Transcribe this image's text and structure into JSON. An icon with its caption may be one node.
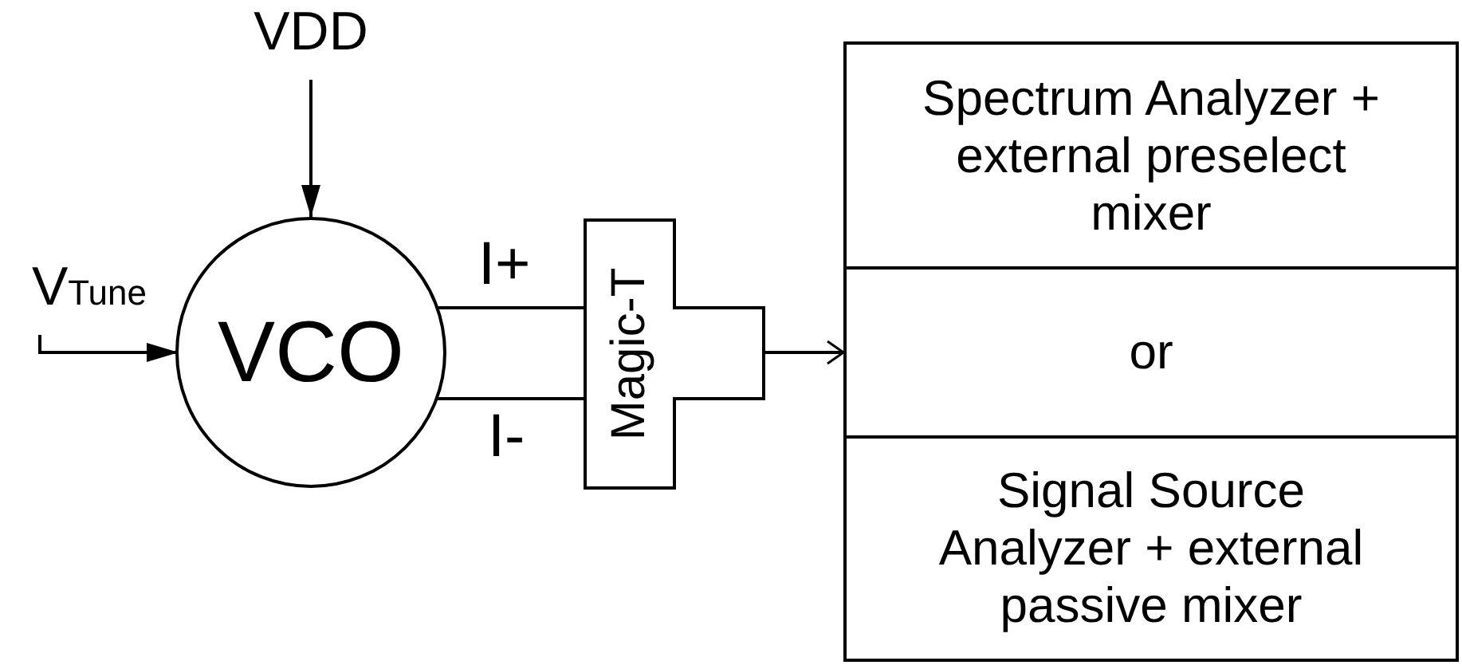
{
  "diagram": {
    "nodes": [
      {
        "text": [
          "VDD"
        ]
      },
      {
        "text": [
          "V$_{Tune}$"
        ]
      },
      {
        "text": [
          "VCO"
        ]
      },
      {
        "text": [
          "Magic-T"
        ]
      },
      {
        "text": [
          "Spectrum Analyzer + external preselect mixer"
        ]
      },
      {
        "text": [
          "or"
        ]
      },
      {
        "text": [
          "Signal Source Analyzer + external passive mixer"
        ]
      }
    ],
    "edges": [
      {
        "from": 0,
        "to": 2,
        "arrow": "to"
      },
      {
        "from": 1,
        "to": 2,
        "arrow": "to"
      },
      {
        "from": 2,
        "to": 3,
        "arrow": "none",
        "label": "I+"
      },
      {
        "from": 2,
        "to": 3,
        "arrow": "none",
        "label": "I-"
      },
      {
        "from": 3,
        "to": 5,
        "arrow": "to"
      }
    ]
  }
}
